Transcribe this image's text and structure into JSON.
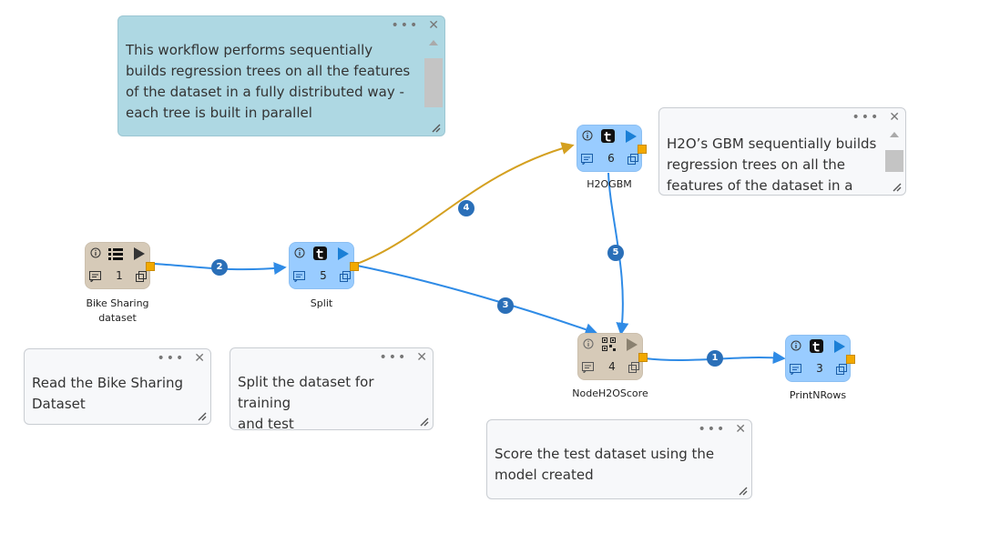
{
  "notes": [
    {
      "text": "This workflow performs sequentially\nbuilds regression trees on all the features\nof the dataset in a fully distributed way -\neach tree is built in parallel",
      "dots": "•••",
      "close": "✕"
    },
    {
      "text": "H2O’s GBM sequentially builds\nregression trees on all the\nfeatures of the dataset in a",
      "dots": "•••",
      "close": "✕"
    },
    {
      "text": "Read the Bike Sharing\nDataset",
      "dots": "•••",
      "close": "✕"
    },
    {
      "text": "Split the dataset for training\nand test",
      "dots": "•••",
      "close": "✕"
    },
    {
      "text": "Score the test dataset using the\nmodel created",
      "dots": "•••",
      "close": "✕"
    }
  ],
  "nodes": [
    {
      "id": "1",
      "label": "Bike Sharing\ndataset",
      "color": "#d6cab8",
      "icon": "list-icon",
      "state": "idle"
    },
    {
      "id": "5",
      "label": "Split",
      "color": "#99ccff",
      "icon": "t-icon",
      "state": "ready"
    },
    {
      "id": "6",
      "label": "H2OGBM",
      "color": "#99ccff",
      "icon": "t-icon",
      "state": "ready"
    },
    {
      "id": "4",
      "label": "NodeH2OScore",
      "color": "#d6cab8",
      "icon": "qr-icon",
      "state": "disabled"
    },
    {
      "id": "3",
      "label": "PrintNRows",
      "color": "#99ccff",
      "icon": "t-icon",
      "state": "ready"
    }
  ],
  "edges": [
    {
      "badge": "2",
      "color": "#2f8be6"
    },
    {
      "badge": "4",
      "color": "#d4a020"
    },
    {
      "badge": "3",
      "color": "#2f8be6"
    },
    {
      "badge": "5",
      "color": "#2f8be6"
    },
    {
      "badge": "1",
      "color": "#2f8be6"
    }
  ]
}
